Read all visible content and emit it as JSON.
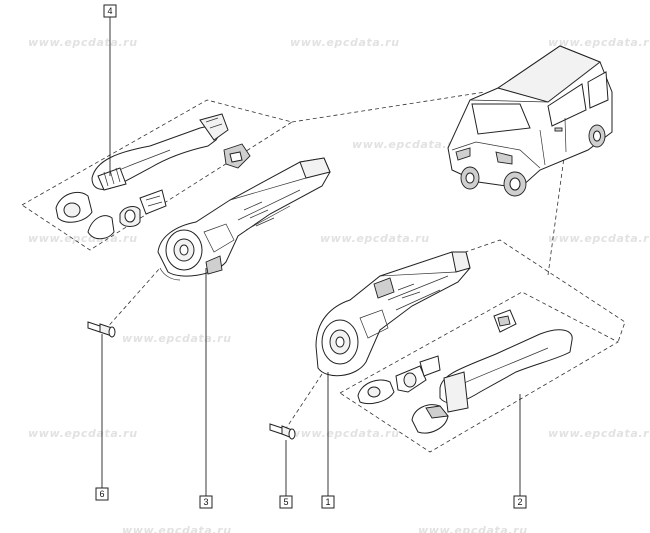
{
  "watermark": {
    "text": "www.epcdata.ru"
  },
  "callouts": [
    {
      "number": "4"
    },
    {
      "number": "6"
    },
    {
      "number": "3"
    },
    {
      "number": "5"
    },
    {
      "number": "1"
    },
    {
      "number": "2"
    }
  ]
}
